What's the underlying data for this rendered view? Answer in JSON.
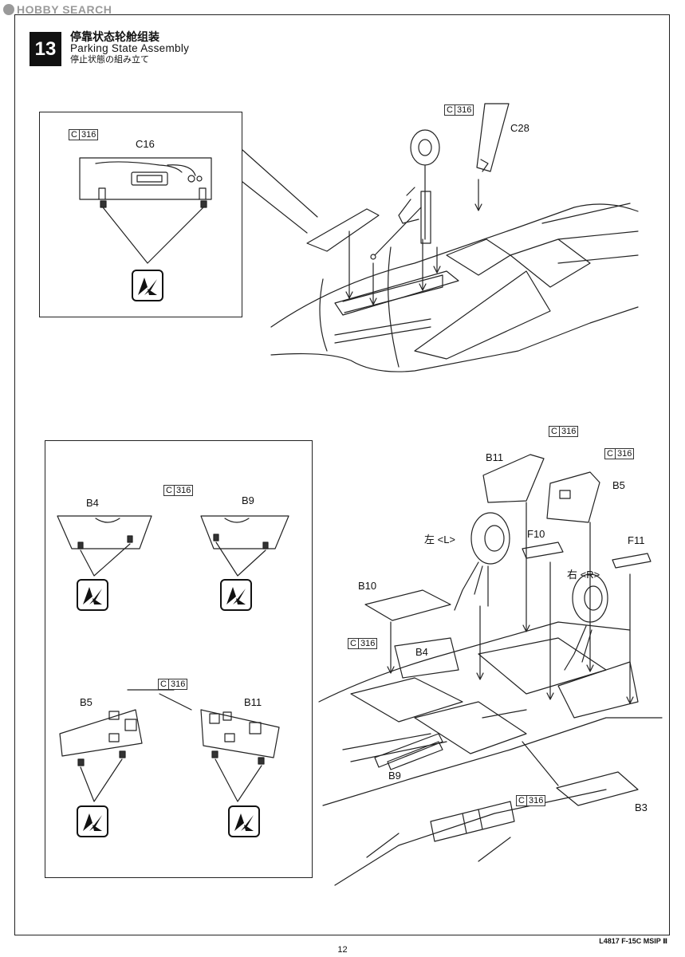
{
  "watermark": "HOBBY SEARCH",
  "step": {
    "number": "13",
    "title_cn": "停靠状态轮舱组装",
    "title_en": "Parking State Assembly",
    "title_jp": "停止状態の組み立て"
  },
  "paint_code": {
    "prefix": "C",
    "number": "316"
  },
  "parts": {
    "c16": "C16",
    "c28": "C28",
    "b11": "B11",
    "b5": "B5",
    "b4": "B4",
    "b9": "B9",
    "b10": "B10",
    "b3": "B3",
    "f10": "F10",
    "f11": "F11"
  },
  "side_labels": {
    "left": "左 <L>",
    "right": "右 <R>"
  },
  "icons": {
    "glue": "glue-cement-icon"
  },
  "footer": {
    "model_code": "L4817 F-15C MSIP Ⅱ",
    "page": "12"
  }
}
